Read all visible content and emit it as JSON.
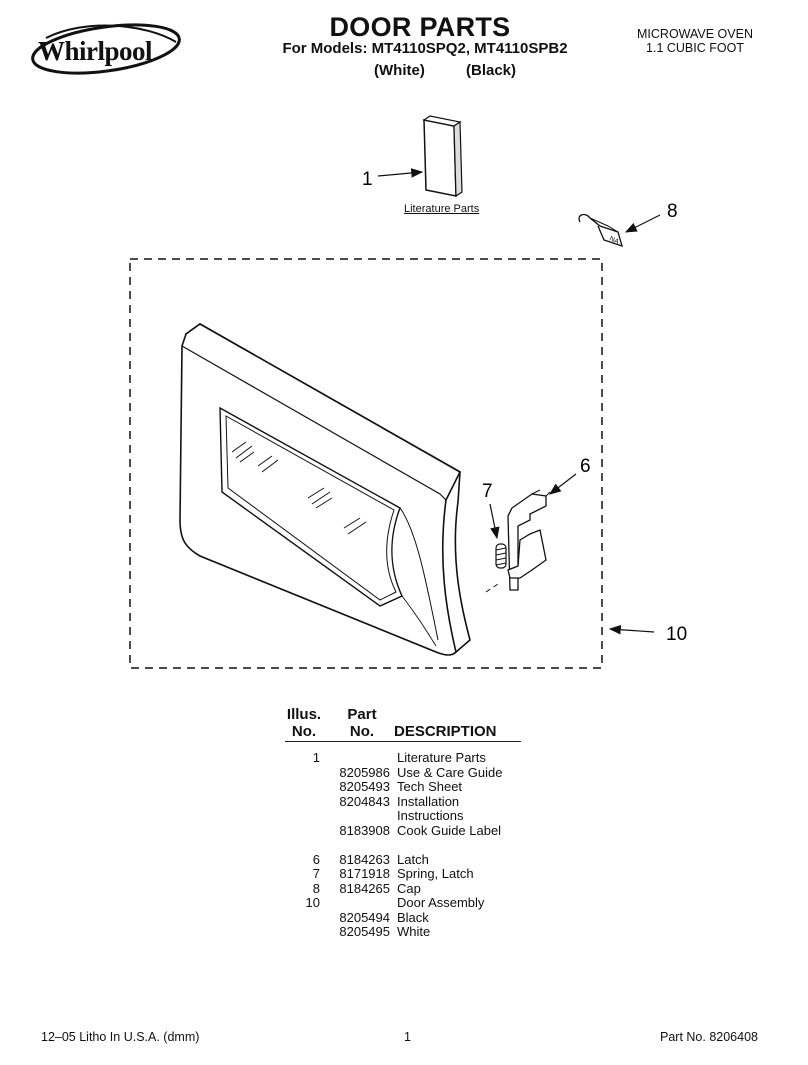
{
  "header": {
    "brand": "Whirlpool",
    "title": "DOOR PARTS",
    "models_line": "For Models: MT4110SPQ2, MT4110SPB2",
    "variant_white": "(White)",
    "variant_black": "(Black)",
    "appliance_type": "MICROWAVE OVEN",
    "capacity": "1.1 CUBIC FOOT"
  },
  "diagram": {
    "callouts": [
      "1",
      "8",
      "6",
      "7",
      "10"
    ],
    "literature_caption": "Literature Parts",
    "cap_marking": "NA"
  },
  "parts_table": {
    "header_illus": [
      "Illus.",
      "No."
    ],
    "header_part": [
      "Part",
      "No."
    ],
    "header_desc": "DESCRIPTION",
    "rows": [
      {
        "illus": "1",
        "part": "",
        "desc": "Literature Parts"
      },
      {
        "illus": "",
        "part": "8205986",
        "desc": "Use & Care Guide"
      },
      {
        "illus": "",
        "part": "8205493",
        "desc": "Tech Sheet"
      },
      {
        "illus": "",
        "part": "8204843",
        "desc": "Installation"
      },
      {
        "illus": "",
        "part": "",
        "desc": "Instructions"
      },
      {
        "illus": "",
        "part": "8183908",
        "desc": "Cook Guide Label"
      },
      {
        "illus": "6",
        "part": "8184263",
        "desc": "Latch"
      },
      {
        "illus": "7",
        "part": "8171918",
        "desc": "Spring, Latch"
      },
      {
        "illus": "8",
        "part": "8184265",
        "desc": "Cap"
      },
      {
        "illus": "10",
        "part": "",
        "desc": "Door Assembly"
      },
      {
        "illus": "",
        "part": "8205494",
        "desc": "Black"
      },
      {
        "illus": "",
        "part": "8205495",
        "desc": "White"
      }
    ]
  },
  "footer": {
    "litho": "12–05 Litho In U.S.A. (dmm)",
    "page": "1",
    "part_no": "Part No. 8206408"
  }
}
